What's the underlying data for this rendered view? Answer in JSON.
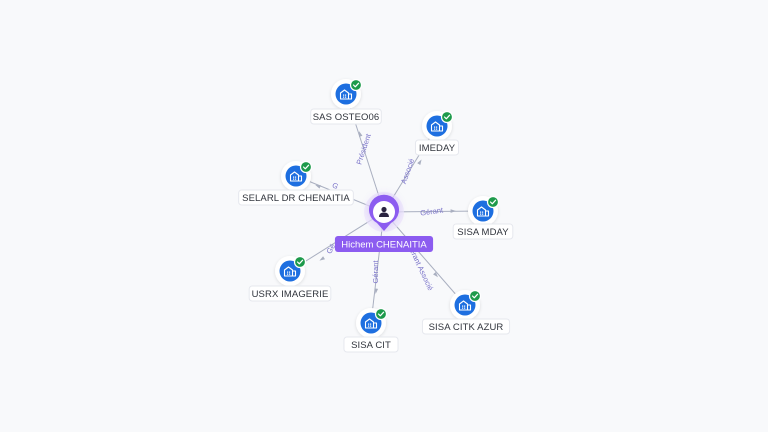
{
  "colors": {
    "company": "#1e6fe0",
    "check": "#1d9a4b",
    "person": "#8c5cf0",
    "edge": "#a9afc0",
    "edge_label": "#7a73c9"
  },
  "center": {
    "name": "Hichem CHENAITIA",
    "icon": "person-icon"
  },
  "companies": [
    {
      "name": "SAS OSTEO06",
      "relation": "Président",
      "icon": "building-icon",
      "verified": "check-icon"
    },
    {
      "name": "IMEDAY",
      "relation": "Associé",
      "icon": "building-icon",
      "verified": "check-icon"
    },
    {
      "name": "SELARL DR CHENAITIA",
      "relation": "G",
      "icon": "building-icon",
      "verified": "check-icon"
    },
    {
      "name": "SISA MDAY",
      "relation": "Gérant",
      "icon": "building-icon",
      "verified": "check-icon"
    },
    {
      "name": "USRX IMAGERIE",
      "relation": "Gé",
      "icon": "building-icon",
      "verified": "check-icon"
    },
    {
      "name": "SISA CIT",
      "relation": "Gérant",
      "icon": "building-icon",
      "verified": "check-icon"
    },
    {
      "name": "SISA CITK AZUR",
      "relation": "Gérant Associé",
      "icon": "building-icon",
      "verified": "check-icon"
    }
  ]
}
